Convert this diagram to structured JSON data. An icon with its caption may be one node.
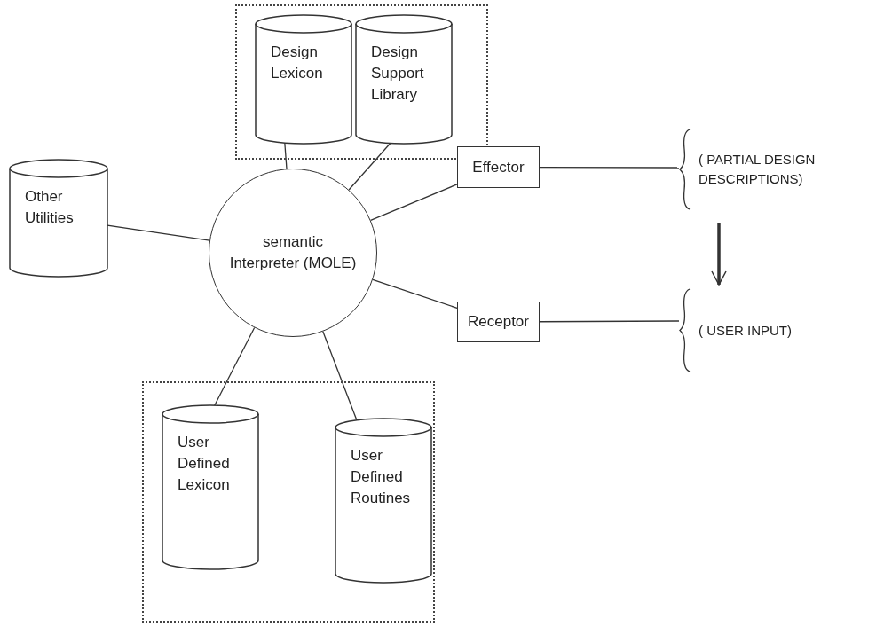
{
  "diagram": {
    "nodes": [
      {
        "text": [],
        "shape": "box"
      },
      {
        "text": [
          "Design Lexicon"
        ],
        "in": 0
      },
      {
        "text": [
          "Design Support Library"
        ],
        "in": 0
      },
      {
        "text": [
          "Other Utilities"
        ]
      },
      {
        "text": [
          "semantic Interpreter (MOLE)"
        ]
      },
      {
        "text": [
          "Effector"
        ]
      },
      {
        "text": [
          "( PARTIAL DESIGN DESCRIPTIONS)"
        ]
      },
      {
        "text": [
          "Receptor"
        ]
      },
      {
        "text": [
          "( USER INPUT)"
        ]
      },
      {
        "text": [],
        "shape": "box"
      },
      {
        "text": [
          "User Defined Lexicon"
        ],
        "in": 9
      },
      {
        "text": [
          "User Defined Routines"
        ],
        "in": 9
      }
    ],
    "edges": [
      {
        "from": 1,
        "to": 4,
        "arrow": "none"
      },
      {
        "from": 2,
        "to": 4,
        "arrow": "none"
      },
      {
        "from": 3,
        "to": 4,
        "arrow": "none"
      },
      {
        "from": 4,
        "to": 5,
        "arrow": "none"
      },
      {
        "from": 5,
        "to": 6,
        "arrow": "none"
      },
      {
        "from": 4,
        "to": 7,
        "arrow": "none"
      },
      {
        "from": 7,
        "to": 8,
        "arrow": "none"
      },
      {
        "from": 10,
        "to": 4,
        "arrow": "none"
      },
      {
        "from": 11,
        "to": 4,
        "arrow": "none"
      },
      {
        "from": 6,
        "to": 8,
        "arrow": "to",
        "style": "thick"
      }
    ]
  }
}
